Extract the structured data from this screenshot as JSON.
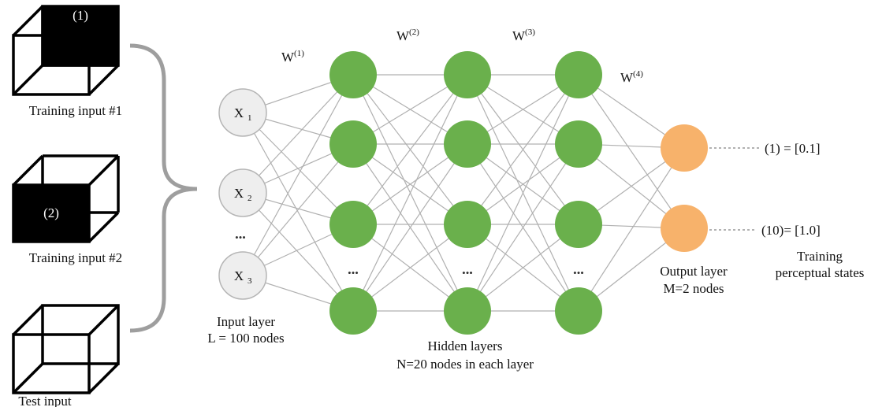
{
  "inputs": [
    {
      "caption": "Training input #1",
      "face_label": "(1)",
      "shaded_face": "back"
    },
    {
      "caption": "Training input #2",
      "face_label": "(2)",
      "shaded_face": "front"
    },
    {
      "caption": "Test input",
      "face_label": "",
      "shaded_face": "none"
    }
  ],
  "input_layer": {
    "nodes": [
      {
        "base": "X",
        "sub": "1"
      },
      {
        "base": "X",
        "sub": "2"
      },
      {
        "base": "X",
        "sub": "3"
      }
    ],
    "ellipsis": "•••",
    "label_line1": "Input layer",
    "label_line2": "L = 100 nodes"
  },
  "weights": [
    {
      "base": "W",
      "sup": "(1)"
    },
    {
      "base": "W",
      "sup": "(2)"
    },
    {
      "base": "W",
      "sup": "(3)"
    },
    {
      "base": "W",
      "sup": "(4)"
    }
  ],
  "hidden_layers": {
    "count": 3,
    "nodes_drawn_per_layer": 4,
    "ellipsis": "•••",
    "label_line1": "Hidden layers",
    "label_line2": "N=20 nodes in each layer"
  },
  "output_layer": {
    "label_line1": "Output layer",
    "label_line2": "M=2 nodes",
    "states": [
      "(1) = [0.1]",
      "(10)= [1.0]"
    ]
  },
  "training_states": {
    "label_line1": "Training",
    "label_line2": "perceptual states"
  },
  "colors": {
    "input_node_fill": "#eeeeee",
    "input_node_stroke": "#b5b5b5",
    "hidden_node_fill": "#6ab04c",
    "output_node_fill": "#f7b26b",
    "edge": "#b0b0b0",
    "brace": "#9e9e9e",
    "cube": "#000000"
  }
}
